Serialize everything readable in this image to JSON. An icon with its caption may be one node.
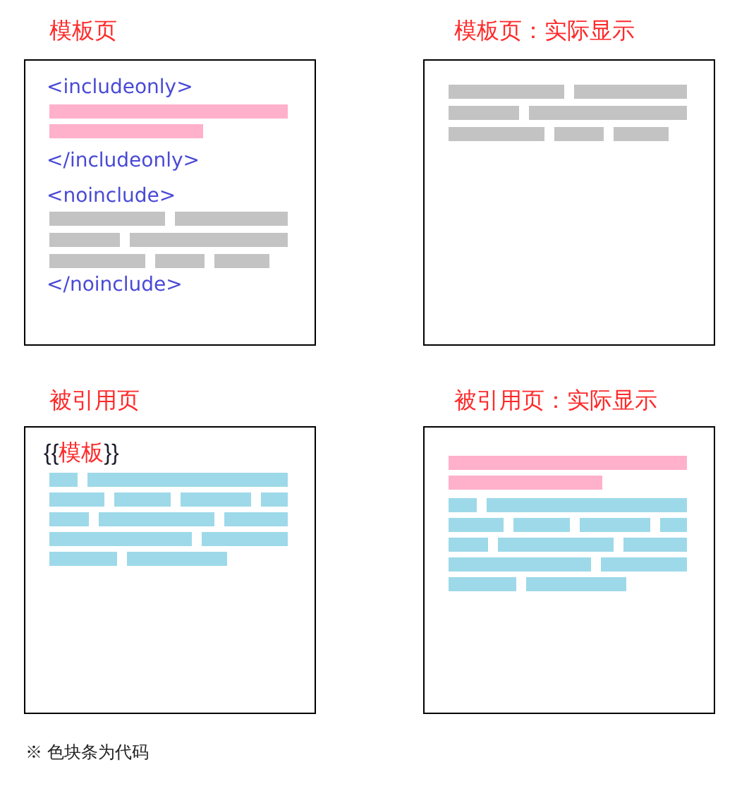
{
  "diagram": {
    "nodes": [
      {
        "text": [
          "模板页",
          "<includeonly>",
          "</includeonly>",
          "<noinclude>",
          "</noinclude>"
        ]
      },
      {
        "text": [
          "模板页：实际显示"
        ]
      },
      {
        "text": [
          "被引用页",
          "{{模板}}"
        ]
      },
      {
        "text": [
          "被引用页：实际显示"
        ]
      }
    ],
    "labels": [
      "※ 色块条为代码"
    ]
  }
}
